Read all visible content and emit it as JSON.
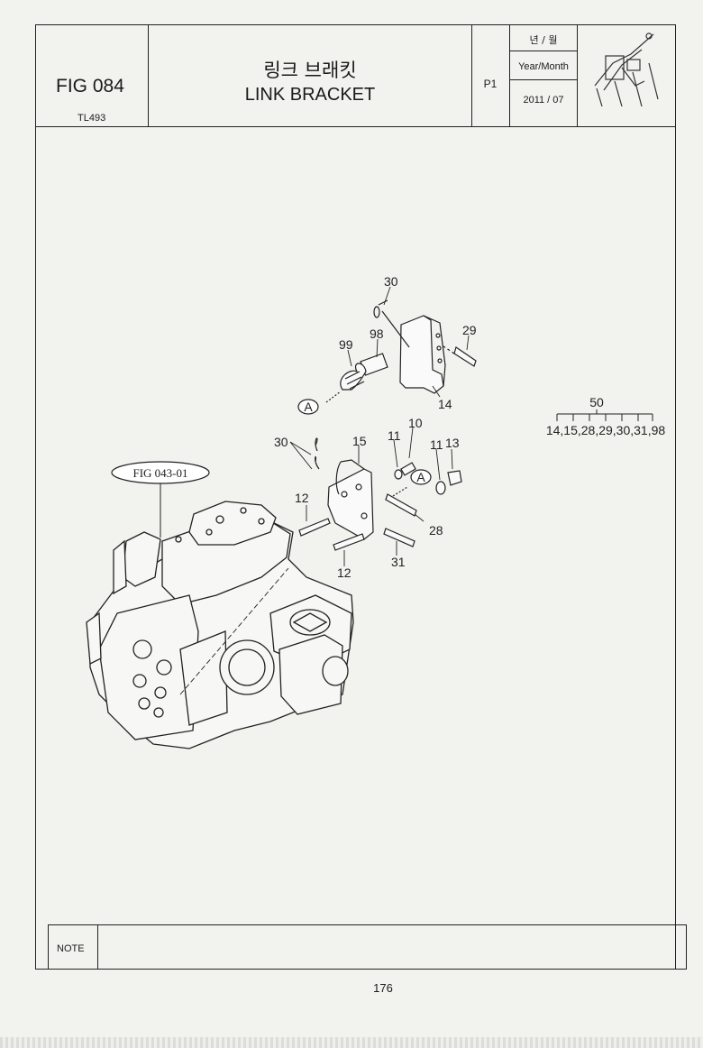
{
  "header": {
    "fig_number": "FIG 084",
    "model": "TL493",
    "title_ko": "링크 브래킷",
    "title_en": "LINK BRACKET",
    "page_code": "P1",
    "year_month_ko": "년 / 월",
    "year_month_en": "Year/Month",
    "year_month_value": "2011 / 07"
  },
  "diagram": {
    "reference_label": "FIG 043-01",
    "callout_a": "A",
    "part_numbers": [
      "30",
      "98",
      "99",
      "29",
      "14",
      "10",
      "11",
      "15",
      "30",
      "11",
      "13",
      "12",
      "28",
      "12",
      "31"
    ],
    "kit": {
      "number": "50",
      "contents": "14,15,28,29,30,31,98"
    }
  },
  "note": {
    "label": "NOTE"
  },
  "page_number": "176"
}
